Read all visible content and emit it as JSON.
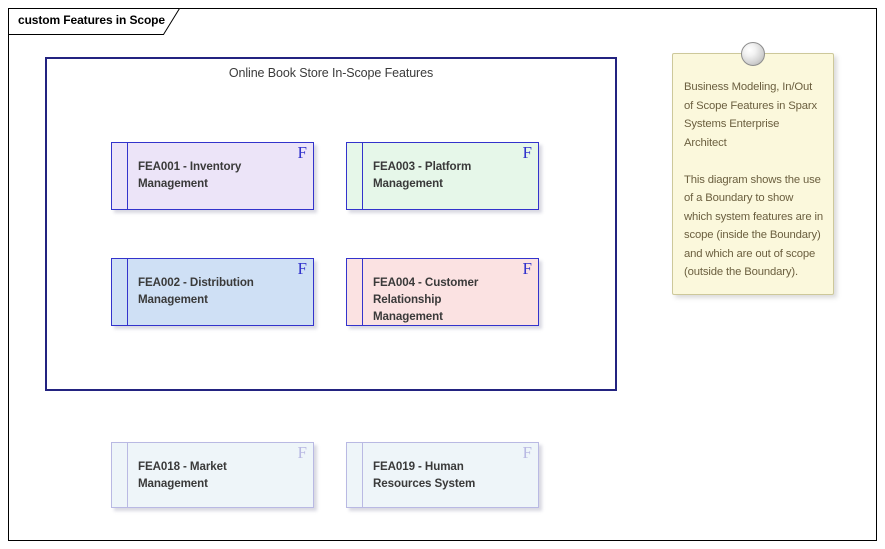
{
  "frame": {
    "tab_label": "custom Features in Scope"
  },
  "boundary": {
    "title": "Online Book Store In-Scope Features"
  },
  "features": [
    {
      "id": "fea001",
      "label": "FEA001 - Inventory Management",
      "stereotype_icon": "F",
      "fill": "#ece4f8",
      "border": "#3333cc",
      "in_scope": true
    },
    {
      "id": "fea003",
      "label": "FEA003 - Platform Management",
      "stereotype_icon": "F",
      "fill": "#e6f7e9",
      "border": "#3333cc",
      "in_scope": true
    },
    {
      "id": "fea002",
      "label": "FEA002 - Distribution Management",
      "stereotype_icon": "F",
      "fill": "#cfe0f5",
      "border": "#3333cc",
      "in_scope": true
    },
    {
      "id": "fea004",
      "label": "FEA004 - Customer Relationship Management",
      "stereotype_icon": "F",
      "fill": "#fbe2e2",
      "border": "#3333cc",
      "in_scope": true
    },
    {
      "id": "fea018",
      "label": "FEA018 - Market Management",
      "stereotype_icon": "F",
      "fill": "#eef5f9",
      "border": "#b9b9e3",
      "in_scope": false
    },
    {
      "id": "fea019",
      "label": "FEA019 - Human Resources System",
      "stereotype_icon": "F",
      "fill": "#eef5f9",
      "border": "#b9b9e3",
      "in_scope": false
    }
  ],
  "note": {
    "text": "Business Modeling, In/Out of Scope Features in Sparx Systems Enterprise Architect\n\nThis diagram shows the use of a Boundary to show which system features are in scope (inside the Boundary) and which are out of scope (outside the Boundary).",
    "fill": "#fbf8dc",
    "border": "#cdc89a",
    "text_color": "#6b5f3f"
  }
}
